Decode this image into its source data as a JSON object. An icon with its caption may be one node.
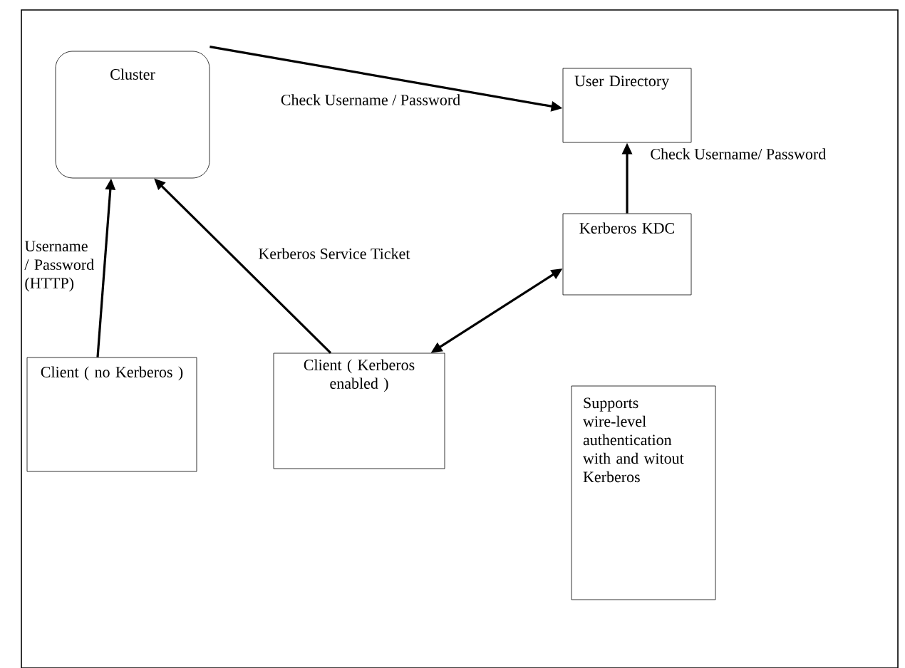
{
  "diagram": {
    "nodes": [
      {
        "text": [
          "Cluster"
        ]
      },
      {
        "text": [
          "User Directory"
        ]
      },
      {
        "text": [
          "Kerberos KDC"
        ]
      },
      {
        "text": [
          "Client ( no Kerberos )"
        ]
      },
      {
        "text": [
          "Client ( Kerberos enabled )"
        ]
      },
      {
        "text": [
          "Supports wire-level authentication with and witout Kerberos"
        ]
      }
    ],
    "edges": [
      {
        "from": 0,
        "to": 1,
        "arrow": "to",
        "label": "Check Username / Password"
      },
      {
        "from": 2,
        "to": 1,
        "arrow": "to",
        "label": "Check Username/ Password"
      },
      {
        "from": 3,
        "to": 0,
        "arrow": "to",
        "label": "Username / Password (HTTP)"
      },
      {
        "from": 4,
        "to": 0,
        "arrow": "to",
        "label": "Kerberos Service Ticket"
      },
      {
        "from": 4,
        "to": 2,
        "arrow": "both"
      }
    ]
  }
}
